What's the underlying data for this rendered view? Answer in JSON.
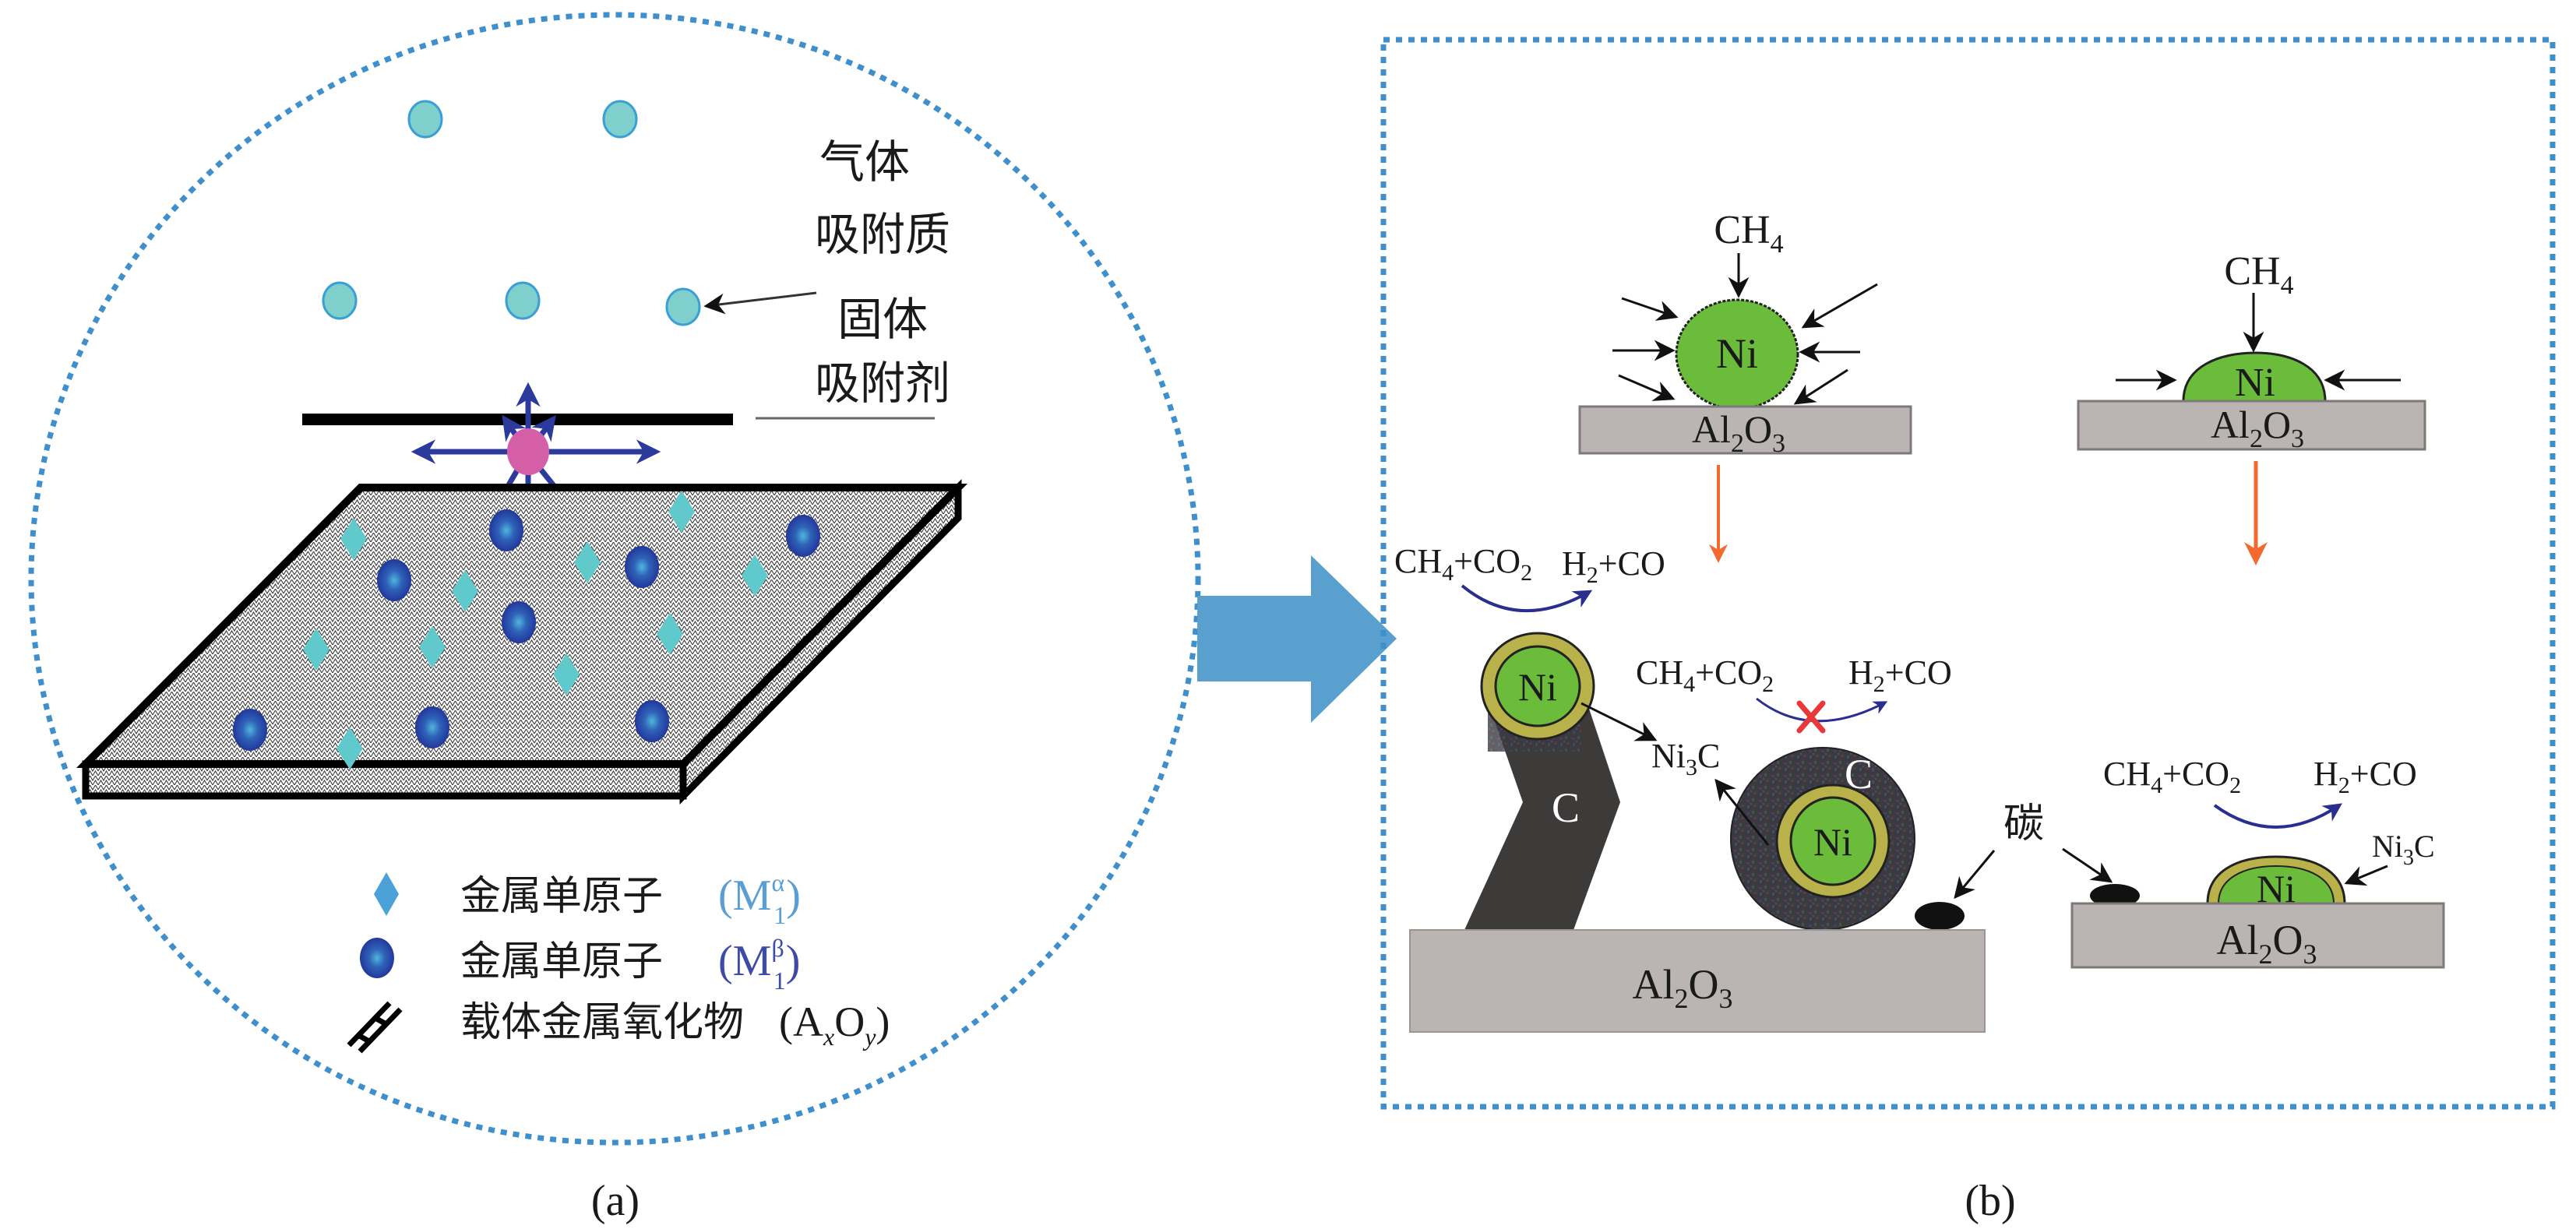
{
  "colors": {
    "frame_dots": "#3f8fcc",
    "big_arrow": "#5aa0cf",
    "gas_atom_fill": "#7fcfcc",
    "gas_atom_stroke": "#3a9fd4",
    "surface_bar": "#000000",
    "adsorbed_atom": "#d45fa8",
    "force_arrows": "#2c3a9c",
    "m_alpha": "#5fc9cc",
    "m_alpha_legend": "#4aa2d8",
    "m_beta": "#2a45a8",
    "m_beta_core": "#3fa4d4",
    "m_beta_legend_text": "#3d4aa8",
    "m_alpha_legend_text": "#5a9ed4",
    "nickel": "#6cbc3c",
    "ni3c_ring": "#b9b24a",
    "carbon": "#3d3a3a",
    "substrate": "#bab5b3",
    "substrate_edge": "#7d7979",
    "reaction_arc": "#2a2f8f",
    "orange_arrow": "#f26a2e",
    "block_x": "#e8383a"
  },
  "panel_a": {
    "caption": "(a)",
    "labels": {
      "gas": "气体",
      "adsorbate": "吸附质",
      "solid": "固体",
      "adsorbent": "吸附剂"
    },
    "legend": [
      {
        "icon": "diamond-atom-icon",
        "text": "金属单原子 ",
        "symbol": "M",
        "sup": "α",
        "sub": "1"
      },
      {
        "icon": "sphere-atom-icon",
        "text": "金属单原子 ",
        "symbol": "M",
        "sup": "β",
        "sub": "1"
      },
      {
        "icon": "support-lattice-icon",
        "text": "载体金属氧化物 ",
        "formula": "(A",
        "sub_x": "x",
        "mid": "O",
        "sub_y": "y",
        "close": ")"
      }
    ],
    "plate": {
      "beta_atoms": 8,
      "alpha_atoms": 10
    }
  },
  "panel_b": {
    "caption": "(b)",
    "methane": "CH",
    "methane_sub": "4",
    "ni": "Ni",
    "substrate": {
      "al": "Al",
      "sub2": "2",
      "o": "O",
      "sub3": "3"
    },
    "reactants": {
      "ch": "CH",
      "sub4": "4",
      "plus_co": "+CO",
      "sub2": "2"
    },
    "products": {
      "h": "H",
      "sub2": "2",
      "plus_co": "+CO"
    },
    "ni3c": {
      "ni": "Ni",
      "sub3": "3",
      "c": "C"
    },
    "carbon_c": "C",
    "carbon_cn": "碳"
  }
}
